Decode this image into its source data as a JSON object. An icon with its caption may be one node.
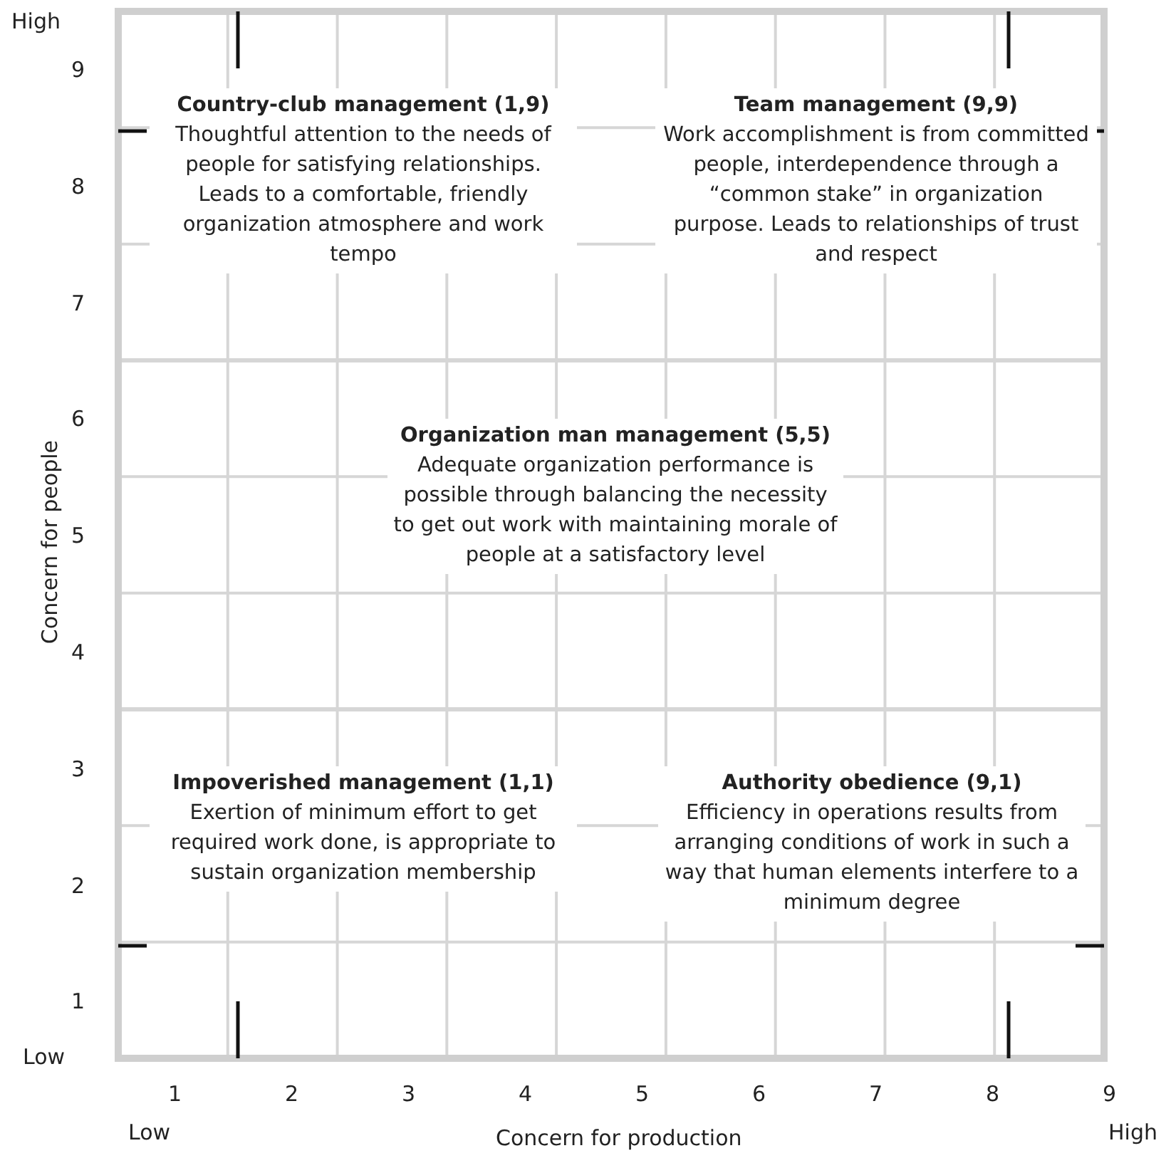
{
  "diagram": {
    "nodes": [
      {
        "text": [
          "Country-club management (1,9)",
          "Thoughtful attention to the needs of people for satisfying relationships. Leads to a comfortable, friendly organization atmosphere and work tempo"
        ]
      },
      {
        "text": [
          "Team management (9,9)",
          "Work accomplishment is from committed people, interdependence through a “common stake” in organization purpose. Leads to relationships of trust and respect"
        ]
      },
      {
        "text": [
          "Organization man management (5,5)",
          "Adequate organization performance is possible through balancing the necessity to get out work with maintaining morale of people at a satisfactory level"
        ]
      },
      {
        "text": [
          "Impoverished management (1,1)",
          "Exertion of minimum effort to get required work done, is appropriate to sustain organization membership"
        ]
      },
      {
        "text": [
          "Authority obedience (9,1)",
          "Efficiency in operations results from arranging conditions of work in such a way that human elements interfere to a minimum degree"
        ]
      }
    ],
    "labels": [
      "High",
      "9",
      "8",
      "7",
      "6",
      "5",
      "4",
      "3",
      "2",
      "1",
      "Low",
      "Concern for people",
      "1",
      "2",
      "3",
      "4",
      "5",
      "6",
      "7",
      "8",
      "9",
      "Low",
      "Concern for production",
      "High"
    ]
  }
}
